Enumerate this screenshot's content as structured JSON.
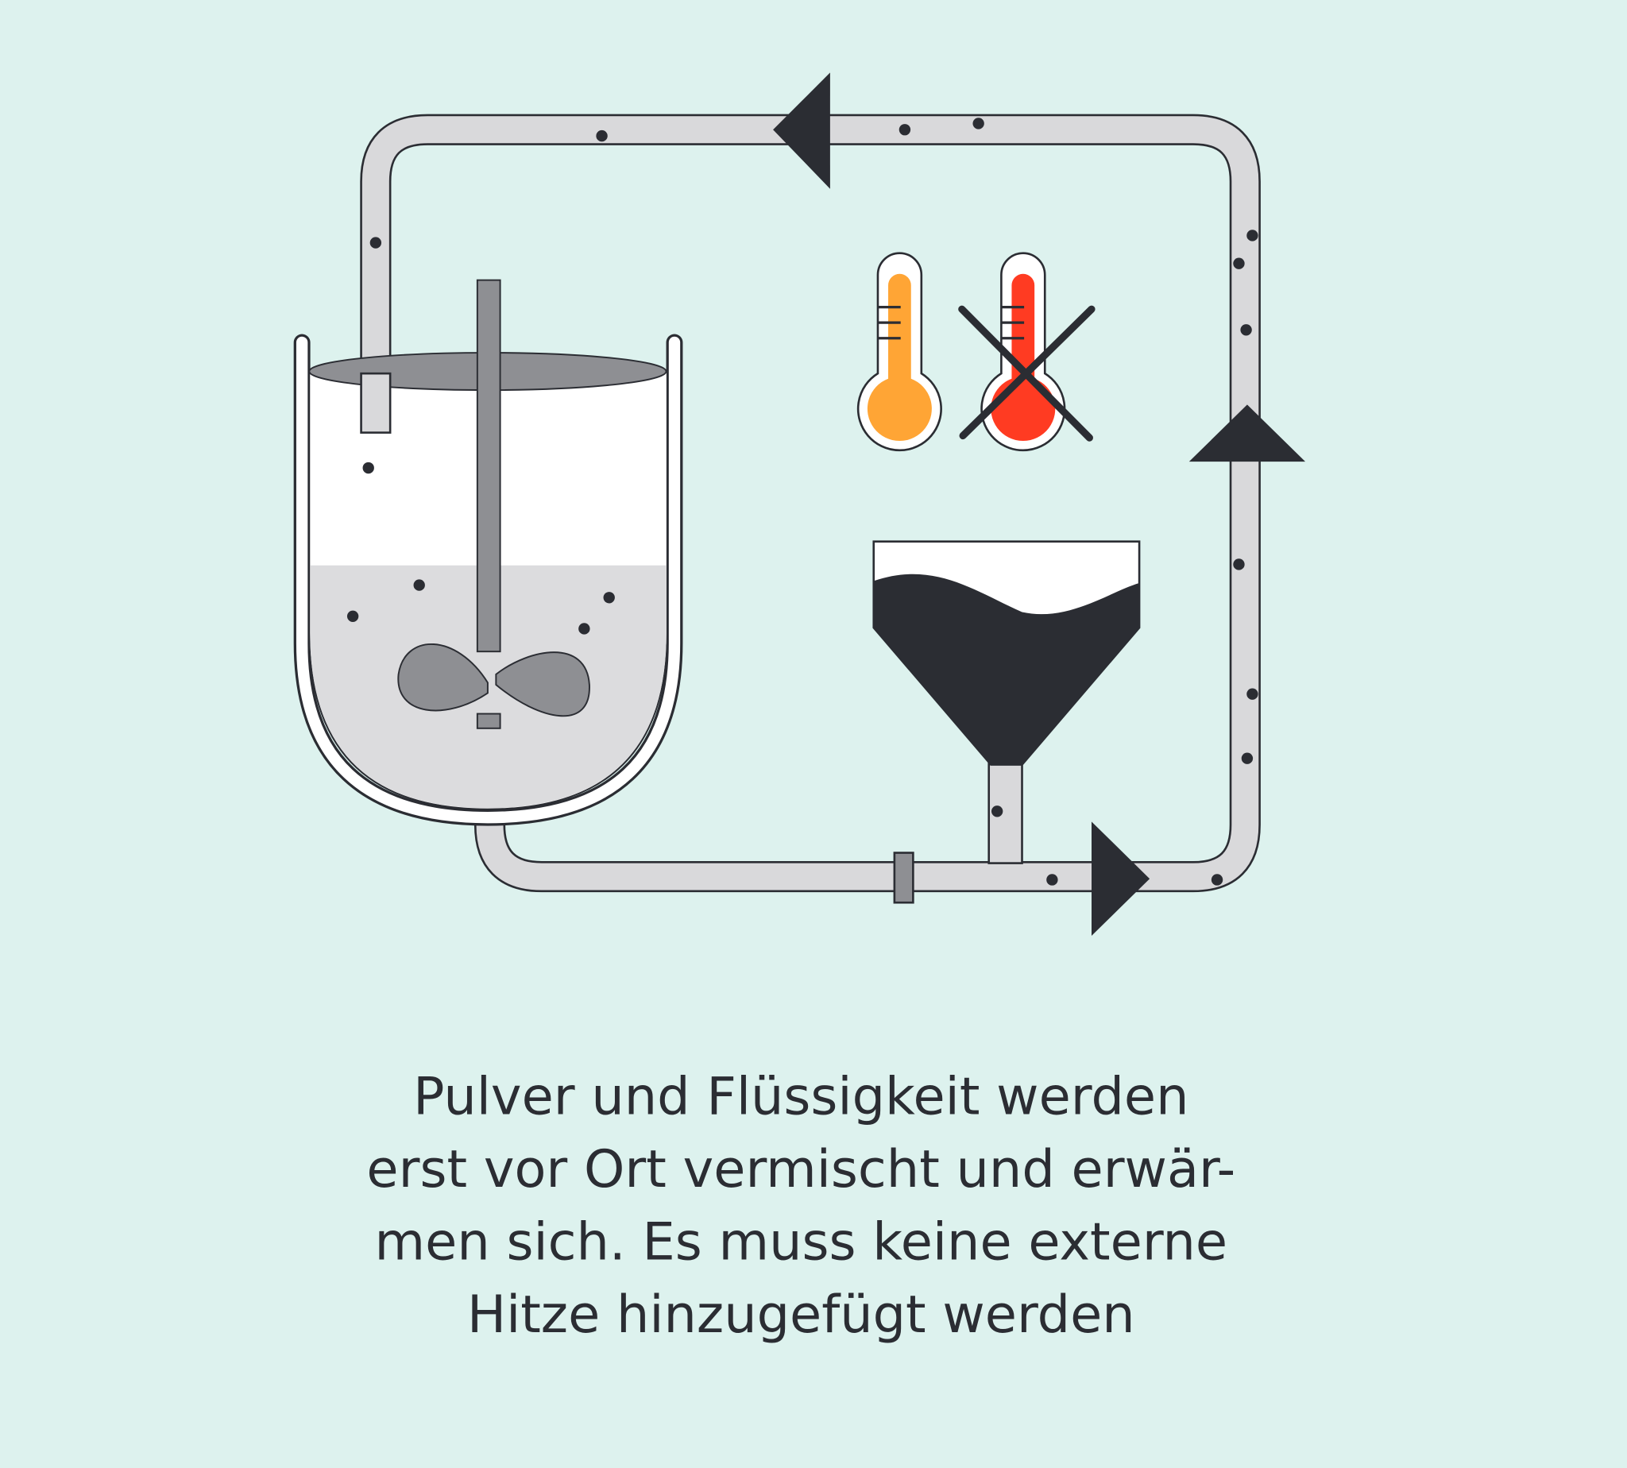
{
  "caption": {
    "lines": [
      "Pulver und Flüssigkeit werden",
      "erst vor Ort vermischt und erwär-",
      "men sich. Es muss keine externe",
      "Hitze hinzugefügt werden"
    ]
  },
  "colors": {
    "background": "#ddf2ee",
    "dark": "#2b2d33",
    "pipe": "#d9d9db",
    "metal": "#8e8f93",
    "thermo_warm": "#ffa535",
    "thermo_hot": "#ff3b22"
  }
}
